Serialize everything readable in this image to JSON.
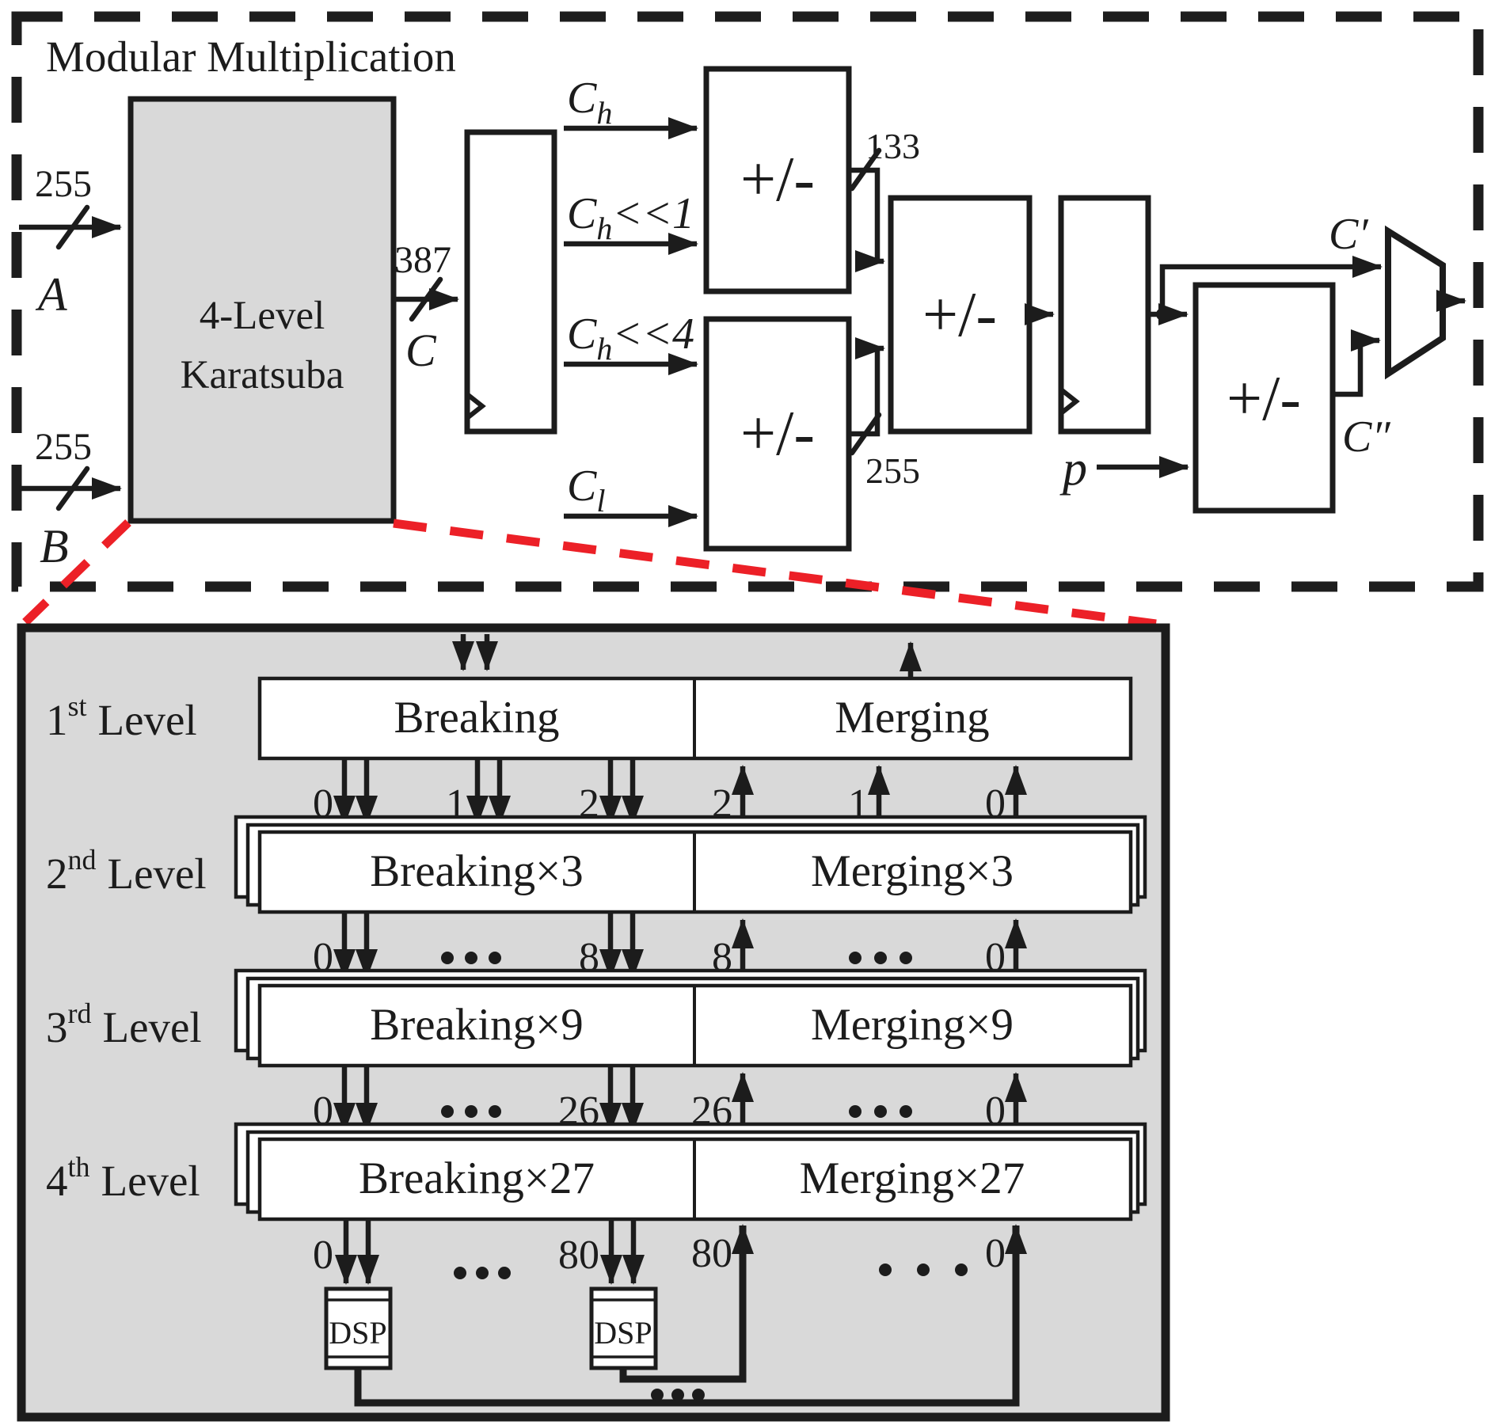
{
  "top": {
    "title": "Modular Multiplication",
    "karatsuba": {
      "line1": "4-Level",
      "line2": "Karatsuba"
    },
    "bus_a": {
      "width": "255",
      "name": "A"
    },
    "bus_b": {
      "width": "255",
      "name": "B"
    },
    "bus_c": {
      "width": "387",
      "name": "C"
    },
    "sig_ch": {
      "base": "C",
      "sub": "h"
    },
    "sig_ch1": {
      "base": "C",
      "sub": "h",
      "shift": "<<1"
    },
    "sig_ch4": {
      "base": "C",
      "sub": "h",
      "shift": "<<4"
    },
    "sig_cl": {
      "base": "C",
      "sub": "l"
    },
    "adder_label": "+/-",
    "net_133": "133",
    "net_255": "255",
    "p_label": "p",
    "c_prime": "C′",
    "c_double_prime": "C″"
  },
  "bottom": {
    "levels": [
      {
        "num": "1",
        "suffix": "st",
        "word": "Level",
        "breaking": "Breaking",
        "merging": "Merging"
      },
      {
        "num": "2",
        "suffix": "nd",
        "word": "Level",
        "breaking": "Breaking×3",
        "merging": "Merging×3"
      },
      {
        "num": "3",
        "suffix": "rd",
        "word": "Level",
        "breaking": "Breaking×9",
        "merging": "Merging×9"
      },
      {
        "num": "4",
        "suffix": "th",
        "word": "Level",
        "breaking": "Breaking×27",
        "merging": "Merging×27"
      }
    ],
    "gaps": [
      {
        "down": [
          "0",
          "1",
          "2"
        ],
        "up": [
          "2",
          "1",
          "0"
        ]
      },
      {
        "down": [
          "0",
          "8"
        ],
        "up": [
          "8",
          "0"
        ]
      },
      {
        "down": [
          "0",
          "26"
        ],
        "up": [
          "26",
          "0"
        ]
      },
      {
        "down": [
          "0",
          "80"
        ],
        "up": [
          "80",
          "0"
        ]
      }
    ],
    "dsp_label": "DSP",
    "ellipsis": "···"
  }
}
